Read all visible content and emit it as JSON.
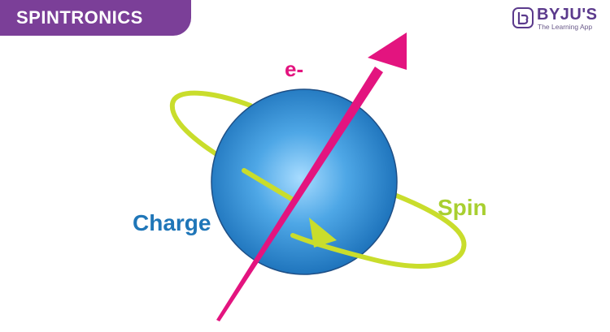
{
  "header": {
    "title": "SPINTRONICS"
  },
  "brand": {
    "name": "BYJU'S",
    "tagline": "The Learning App",
    "icon": "byjus-logo-icon"
  },
  "diagram": {
    "electron_label": "e-",
    "spin_label": "Spin",
    "charge_label": "Charge"
  },
  "colors": {
    "banner": "#7b3f98",
    "electron_arrow": "#e3147f",
    "spin_ring": "#c9dd2c",
    "sphere": "#1f76b8",
    "charge_text": "#1f76b8",
    "spin_text": "#a8cf30"
  }
}
